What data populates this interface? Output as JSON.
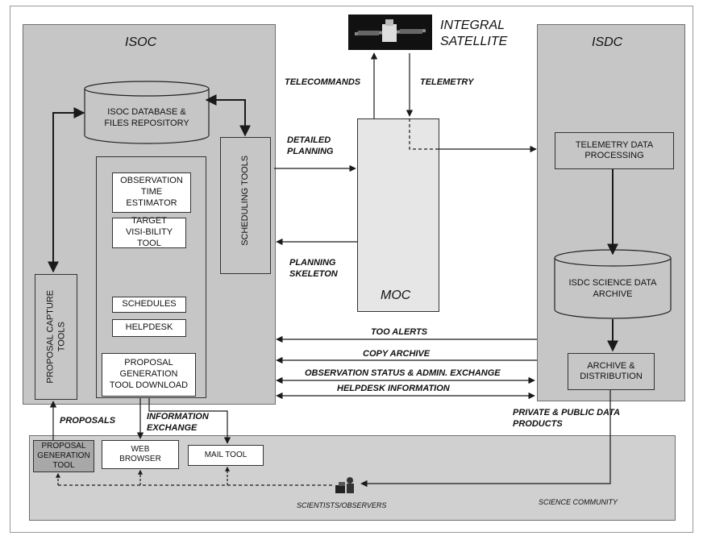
{
  "titles": {
    "isoc": "ISOC",
    "isdc": "ISDC",
    "satellite": "INTEGRAL SATELLITE",
    "moc": "MOC",
    "science_community": "SCIENCE COMMUNITY",
    "scientists": "SCIENTISTS/OBSERVERS"
  },
  "isoc_components": {
    "database": "ISOC DATABASE & FILES REPOSITORY",
    "scheduling_tools": "SCHEDULING TOOLS",
    "observation_estimator": "OBSERVATION TIME ESTIMATOR",
    "target_visibility": "TARGET VISI-BILITY TOOL",
    "schedules": "SCHEDULES",
    "helpdesk": "HELPDESK",
    "proposal_download": "PROPOSAL GENERATION TOOL DOWNLOAD",
    "proposal_capture": "PROPOSAL CAPTURE TOOLS"
  },
  "isdc_components": {
    "telemetry_processing": "TELEMETRY DATA PROCESSING",
    "science_archive": "ISDC SCIENCE DATA ARCHIVE",
    "archive_distribution": "ARCHIVE & DISTRIBUTION"
  },
  "community_tools": {
    "proposal_generation": "PROPOSAL GENERATION TOOL",
    "web_browser": "WEB BROWSER",
    "mail_tool": "MAIL TOOL"
  },
  "flows": {
    "telecommands": "TELECOMMANDS",
    "telemetry": "TELEMETRY",
    "detailed_planning": "DETAILED PLANNING",
    "planning_skeleton": "PLANNING SKELETON",
    "too_alerts": "TOO ALERTS",
    "copy_archive": "COPY ARCHIVE",
    "observation_status": "OBSERVATION STATUS & ADMIN. EXCHANGE",
    "helpdesk_information": "HELPDESK INFORMATION",
    "proposals": "PROPOSALS",
    "information_exchange": "INFORMATION EXCHANGE",
    "data_products": "PRIVATE & PUBLIC DATA PRODUCTS"
  },
  "colors": {
    "panel": "#c6c6c6",
    "moc": "#e6e6e6",
    "line": "#1a1a1a"
  },
  "icons": [
    "satellite-icon",
    "scientist-icon"
  ]
}
